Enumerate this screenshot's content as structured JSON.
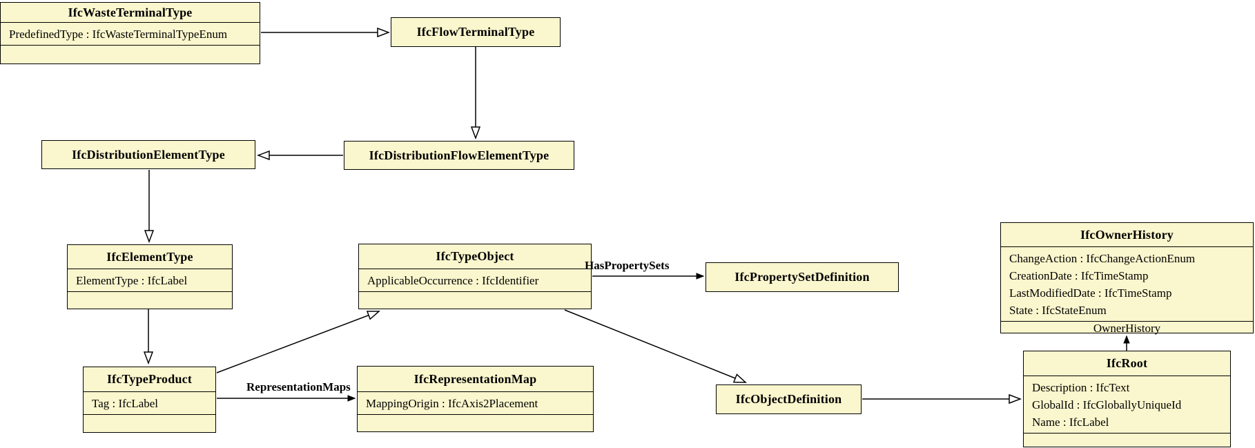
{
  "colors": {
    "node_fill": "#faf6cd",
    "node_border": "#000000",
    "background": "#ffffff",
    "line": "#000000"
  },
  "nodes": {
    "waste_terminal_type": {
      "title": "IfcWasteTerminalType",
      "attributes": [
        "PredefinedType : IfcWasteTerminalTypeEnum"
      ]
    },
    "flow_terminal_type": {
      "title": "IfcFlowTerminalType"
    },
    "distribution_element_type": {
      "title": "IfcDistributionElementType"
    },
    "distribution_flow_element_type": {
      "title": "IfcDistributionFlowElementType"
    },
    "element_type": {
      "title": "IfcElementType",
      "attributes": [
        "ElementType : IfcLabel"
      ]
    },
    "type_object": {
      "title": "IfcTypeObject",
      "attributes": [
        "ApplicableOccurrence : IfcIdentifier"
      ]
    },
    "property_set_definition": {
      "title": "IfcPropertySetDefinition"
    },
    "owner_history": {
      "title": "IfcOwnerHistory",
      "attributes": [
        "ChangeAction : IfcChangeActionEnum",
        "CreationDate : IfcTimeStamp",
        "LastModifiedDate : IfcTimeStamp",
        "State : IfcStateEnum"
      ],
      "footer": "OwnerHistory"
    },
    "type_product": {
      "title": "IfcTypeProduct",
      "attributes": [
        "Tag : IfcLabel"
      ]
    },
    "representation_map": {
      "title": "IfcRepresentationMap",
      "attributes": [
        "MappingOrigin : IfcAxis2Placement"
      ]
    },
    "object_definition": {
      "title": "IfcObjectDefinition"
    },
    "root": {
      "title": "IfcRoot",
      "attributes": [
        "Description : IfcText",
        "GlobalId : IfcGloballyUniqueId",
        "Name : IfcLabel"
      ]
    }
  },
  "edge_labels": {
    "has_property_sets": "HasPropertySets",
    "representation_maps": "RepresentationMaps"
  }
}
